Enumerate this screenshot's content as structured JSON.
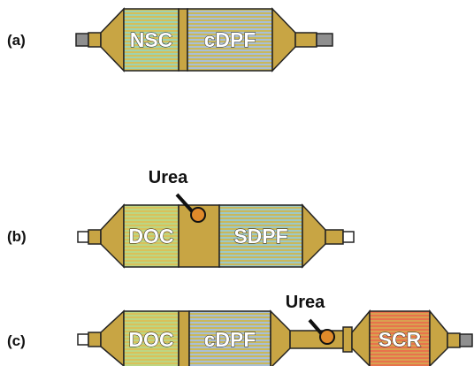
{
  "systems": [
    {
      "label": "(a)",
      "blocks": [
        "NSC",
        "cDPF"
      ]
    },
    {
      "label": "(b)",
      "blocks": [
        "DOC",
        "SDPF"
      ],
      "urea_label": "Urea"
    },
    {
      "label": "(c)",
      "blocks": [
        "DOC",
        "cDPF",
        "SCR"
      ],
      "urea_label": "Urea"
    }
  ],
  "colors": {
    "shell": "#C8A544",
    "shell_edge": "#2a2200",
    "pipe": "#8f8f8f",
    "nsc_stripe": "#9fd2b0",
    "cdpf_stripe": "#a9bfd6",
    "doc_stripe": "#bcd683",
    "sdpf_stripe": "#9ec9c6",
    "scr_stripe": "#e8734c",
    "injector": "#e08a2a"
  }
}
